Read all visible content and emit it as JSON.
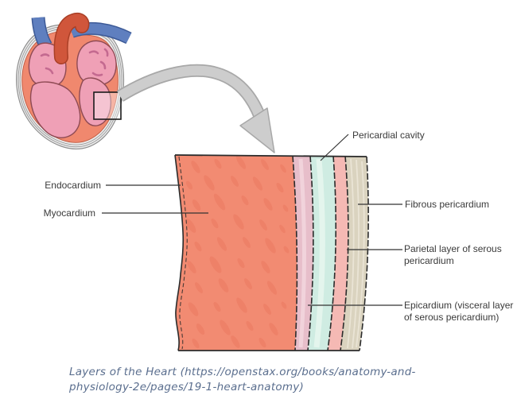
{
  "figure": {
    "labels": {
      "endocardium": "Endocardium",
      "myocardium": "Myocardium",
      "pericardial_cavity": "Pericardial cavity",
      "fibrous_pericardium": "Fibrous pericardium",
      "parietal": {
        "line1": "Parietal layer of serous",
        "line2": "pericardium"
      },
      "epicardium": {
        "line1": "Epicardium (visceral layer",
        "line2": "of serous pericardium)"
      }
    },
    "caption": {
      "line1": "Layers of the Heart (https://openstax.org/books/anatomy-and-",
      "line2": "physiology-2e/pages/19-1-heart-anatomy)"
    },
    "colors": {
      "myocardium_layer": "#f28b72",
      "myocardium_texture": "#ec7b63",
      "epicardium_layer": "#e7beca",
      "pericardial_cavity_layer": "#cfece2",
      "parietal_layer": "#f5b9b4",
      "fibrous_layer": "#dad3bf",
      "layer_outline": "#2b2b2b",
      "heart_wall": "#f0886e",
      "heart_chamber_pink": "#efa0b6",
      "vessel_blue": "#5f7fbf",
      "aorta_red": "#d0563b",
      "pericardium_gray": "#ececec",
      "arrow_gray": "#cdcdcd",
      "label_text": "#3a3a3a",
      "caption_text": "#5a6e8e"
    }
  }
}
